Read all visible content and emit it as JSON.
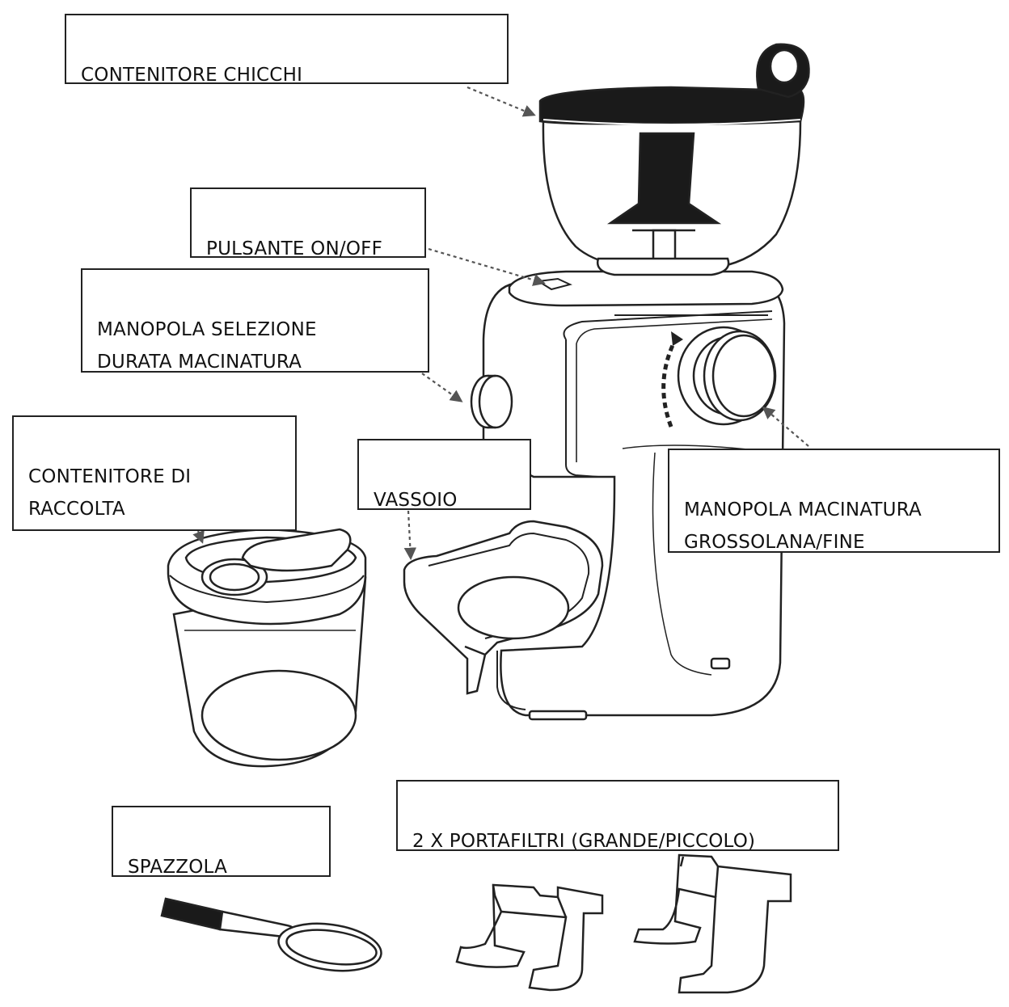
{
  "labels": {
    "bean_container": "CONTENITORE CHICCHI",
    "power_button": "PULSANTE ON/OFF",
    "duration_knob": "MANOPOLA SELEZIONE\nDURATA MACINATURA",
    "collection_container": "CONTENITORE DI\nRACCOLTA",
    "tray": "VASSOIO",
    "coarseness_knob": "MANOPOLA MACINATURA\nGROSSOLANA/FINE",
    "brush": "SPAZZOLA",
    "filter_holders": "2 X PORTAFILTRI (GRANDE/PICCOLO)"
  },
  "colors": {
    "line": "#222222",
    "fill": "#ffffff",
    "dark": "#1a1a1a",
    "arrow": "#666666"
  }
}
